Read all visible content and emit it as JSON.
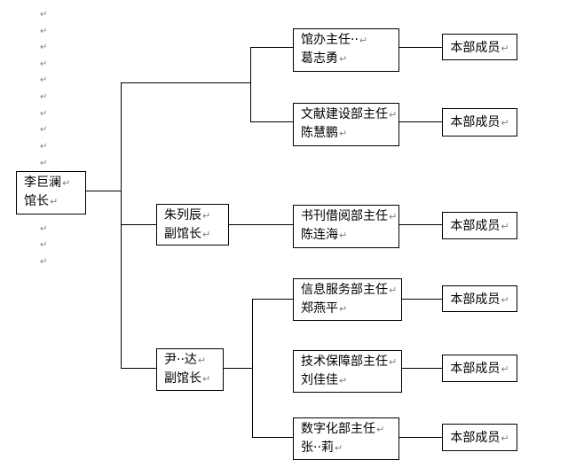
{
  "margin_mark": "↵",
  "para_mark": "↵",
  "director": {
    "name": "李巨澜",
    "title": "馆长"
  },
  "deputies": [
    {
      "name": "朱列辰",
      "title": "副馆长"
    },
    {
      "name": "尹··达",
      "title": "副馆长"
    }
  ],
  "departments": [
    {
      "title": "馆办主任··",
      "name": "葛志勇",
      "member_label": "本部成员"
    },
    {
      "title": "文献建设部主任",
      "name": "陈慧鹏",
      "member_label": "本部成员"
    },
    {
      "title": "书刊借阅部主任",
      "name": "陈连海",
      "member_label": "本部成员"
    },
    {
      "title": "信息服务部主任",
      "name": "郑燕平",
      "member_label": "本部成员"
    },
    {
      "title": "技术保障部主任",
      "name": "刘佳佳",
      "member_label": "本部成员"
    },
    {
      "title": "数字化部主任",
      "name": "张··莉",
      "member_label": "本部成员"
    }
  ]
}
